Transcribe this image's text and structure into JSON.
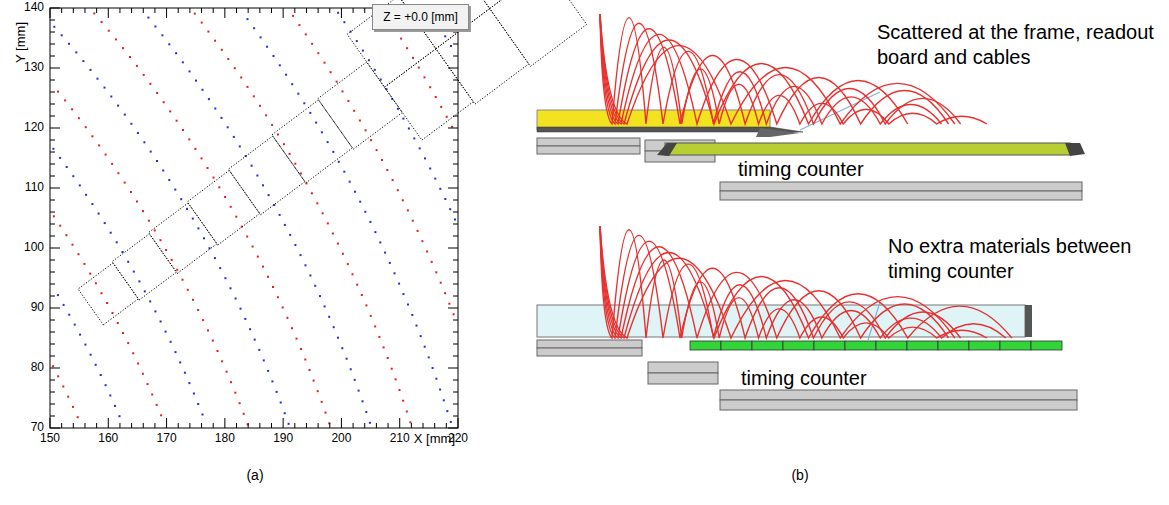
{
  "diagram": {
    "nodes": [
      {
        "text": [
          "Z = +0.0 [mm]"
        ]
      }
    ],
    "labels": [
      "Y [mm]",
      "X [mm]",
      "140",
      "130",
      "120",
      "110",
      "100",
      "90",
      "80",
      "70",
      "150",
      "160",
      "170",
      "180",
      "190",
      "200",
      "210",
      "220",
      "Scattered at the frame, readout board and cables",
      "timing counter",
      "No extra materials between timing counter",
      "timing counter",
      "(a)",
      "(b)"
    ]
  }
}
